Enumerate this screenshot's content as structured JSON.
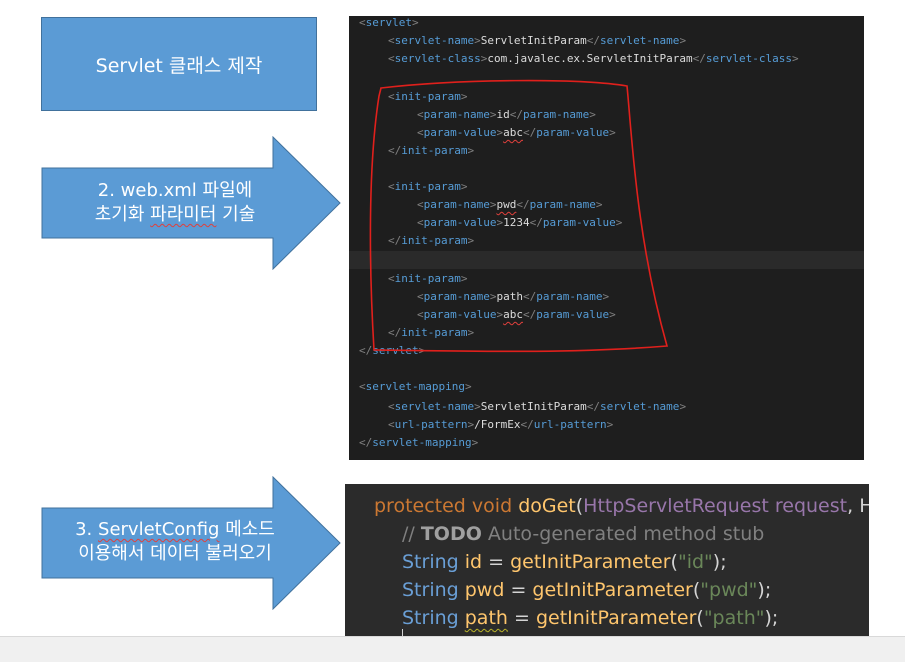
{
  "step1": {
    "label": "Servlet 클래스 제작"
  },
  "step2": {
    "line1": "2. web.xml 파일에",
    "line2_prefix": "초기화 ",
    "line2_underlined": "파라미터",
    "line2_suffix": " 기술"
  },
  "step3": {
    "line1_prefix": "3. ",
    "line1_underlined": "ServletConfig",
    "line1_suffix": " 메소드",
    "line2": "이용해서 데이터 불러오기"
  },
  "colors": {
    "box_fill": "#5b9bd5",
    "xml_bg": "#1e1e1e",
    "java_bg": "#2b2b2b",
    "annotation_red": "#e0201c"
  },
  "xml": {
    "servlet_open": "servlet",
    "servlet_name_tag": "servlet-name",
    "servlet_name_value": "ServletInitParam",
    "servlet_class_tag": "servlet-class",
    "servlet_class_value": "com.javalec.ex.ServletInitParam",
    "init_param_tag": "init-param",
    "param_name_tag": "param-name",
    "param_value_tag": "param-value",
    "params": [
      {
        "name": "id",
        "value": "abc"
      },
      {
        "name": "pwd",
        "value": "1234"
      },
      {
        "name": "path",
        "value": "abc"
      }
    ],
    "servlet_mapping_tag": "servlet-mapping",
    "mapping_name_value": "ServletInitParam",
    "url_pattern_tag": "url-pattern",
    "url_pattern_value": "/FormEx"
  },
  "java": {
    "sig_protected": "protected",
    "sig_void": "void",
    "sig_method": "doGet",
    "sig_paren": "(",
    "sig_type": "HttpServletRequest",
    "sig_param": "request",
    "sig_tail": ", H",
    "comment_slashes": "// ",
    "comment_todo": "TODO",
    "comment_text": " Auto-generated method stub",
    "string_type": "String",
    "call": "getInitParameter",
    "lines": [
      {
        "var": "id",
        "arg": "\"id\""
      },
      {
        "var": "pwd",
        "arg": "\"pwd\""
      },
      {
        "var": "path",
        "arg": "\"path\""
      }
    ]
  }
}
